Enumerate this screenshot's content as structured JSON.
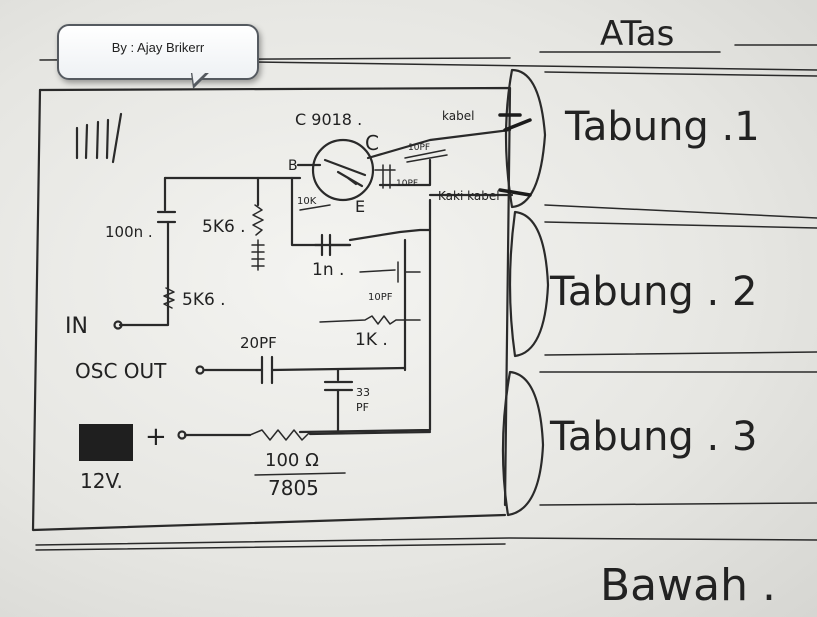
{
  "credit": "By : Ajay Brikerr",
  "labels": {
    "atas": "ATas",
    "bawah": "Bawah .",
    "tabung1": "Tabung .1",
    "tabung2": "Tabung . 2",
    "tabung3": "Tabung . 3",
    "transistor": "C 9018 .",
    "pin_c": "C",
    "pin_b": "B",
    "pin_e": "E",
    "kabel": "kabel",
    "kaki_kabel": "Kaki kabel",
    "cap_10pf_a": "10PF",
    "cap_10pf_b": "10PF",
    "cap_10pf_c": "10PF",
    "res_10k": "10K",
    "cap_1n": "1n .",
    "res_1k": "1K .",
    "cap_100n": "100n .",
    "res_5k6_a": "5K6 .",
    "res_5k6_b": "5K6 .",
    "in": "IN",
    "osc_out": "OSC OUT",
    "cap_20pf": "20PF",
    "cap_33pf_a": "33",
    "cap_33pf_b": "PF",
    "plus": "+",
    "v12": "12V.",
    "res_100": "100 Ω",
    "ic_7805": "7805",
    "tally": "||||"
  }
}
